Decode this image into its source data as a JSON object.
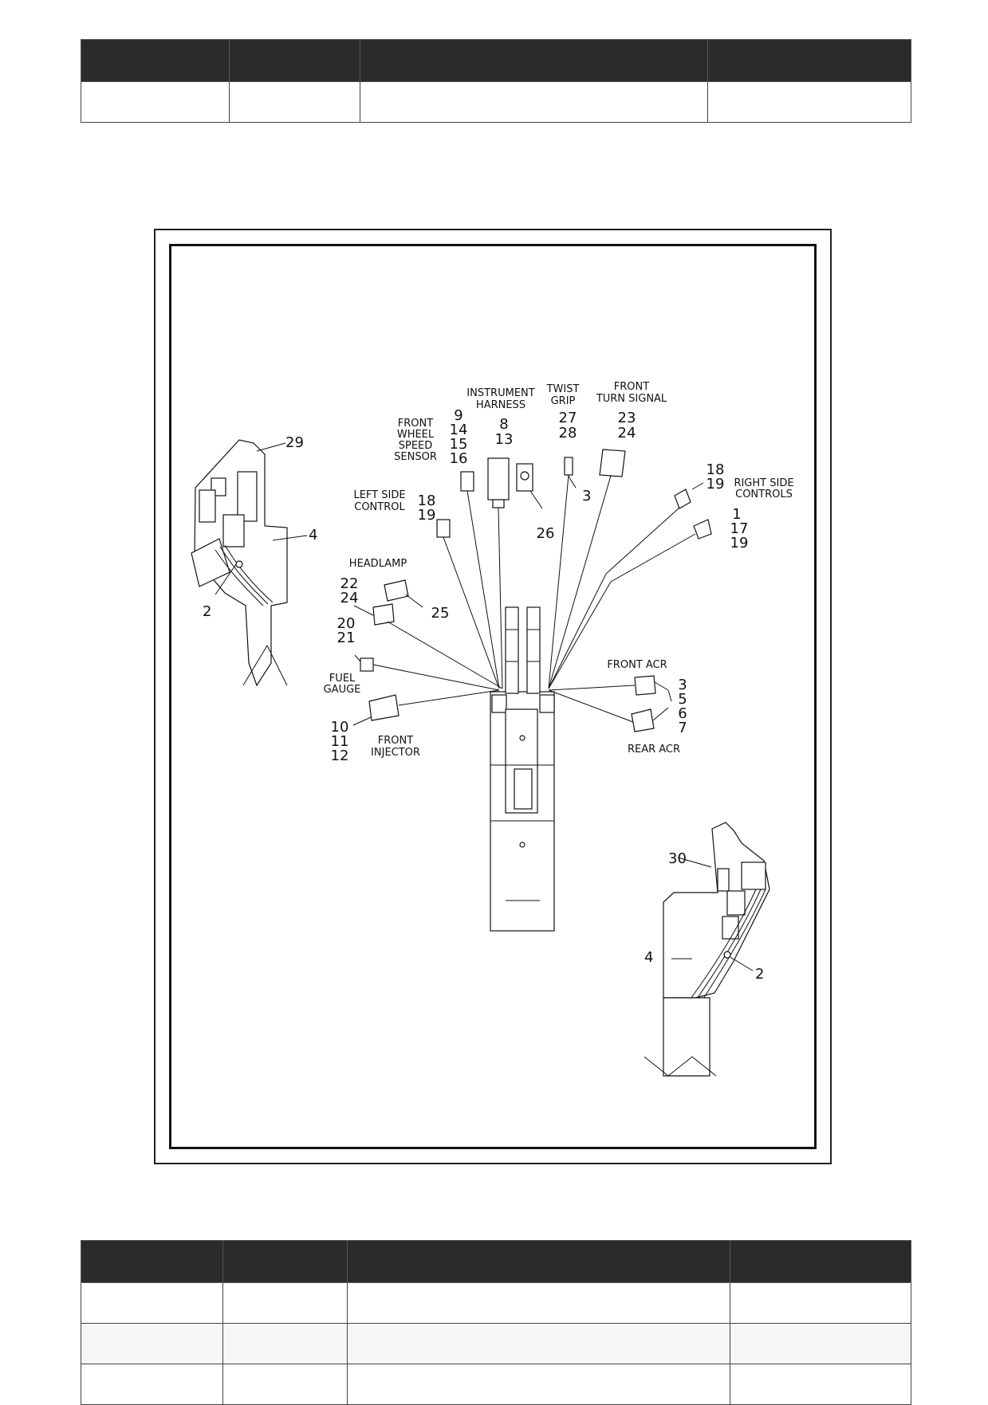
{
  "tables": {
    "top": {
      "columns": 4,
      "rows": 1
    },
    "bottom": {
      "columns": 4,
      "rows": 3
    }
  },
  "diagram": {
    "labels": {
      "instrument_harness": [
        "INSTRUMENT",
        "HARNESS"
      ],
      "twist_grip": [
        "TWIST",
        "GRIP"
      ],
      "front_turn_signal": [
        "FRONT",
        "TURN SIGNAL"
      ],
      "front_wheel_speed_sensor": [
        "FRONT",
        "WHEEL",
        "SPEED",
        "SENSOR"
      ],
      "left_side_control": [
        "LEFT SIDE",
        "CONTROL"
      ],
      "right_side_controls": [
        "RIGHT SIDE",
        "CONTROLS"
      ],
      "headlamp": [
        "HEADLAMP"
      ],
      "fuel_gauge": [
        "FUEL",
        "GAUGE"
      ],
      "front_injector": [
        "FRONT",
        "INJECTOR"
      ],
      "front_acr": [
        "FRONT ACR"
      ],
      "rear_acr": [
        "REAR ACR"
      ]
    },
    "callouts": {
      "c29": "29",
      "c4a": "4",
      "c2a": "2",
      "c9": "9",
      "c14": "14",
      "c15": "15",
      "c16": "16",
      "c8": "8",
      "c13": "13",
      "c26": "26",
      "c27": "27",
      "c28": "28",
      "c3a": "3",
      "c23": "23",
      "c24a": "24",
      "c18a": "18",
      "c19a": "19",
      "c18b": "18",
      "c19b": "19",
      "c1": "1",
      "c17": "17",
      "c19c": "19",
      "c22": "22",
      "c24b": "24",
      "c25": "25",
      "c20": "20",
      "c21": "21",
      "c10": "10",
      "c11": "11",
      "c12": "12",
      "c3b": "3",
      "c5": "5",
      "c6": "6",
      "c7": "7",
      "c30": "30",
      "c4b": "4",
      "c2b": "2"
    }
  }
}
